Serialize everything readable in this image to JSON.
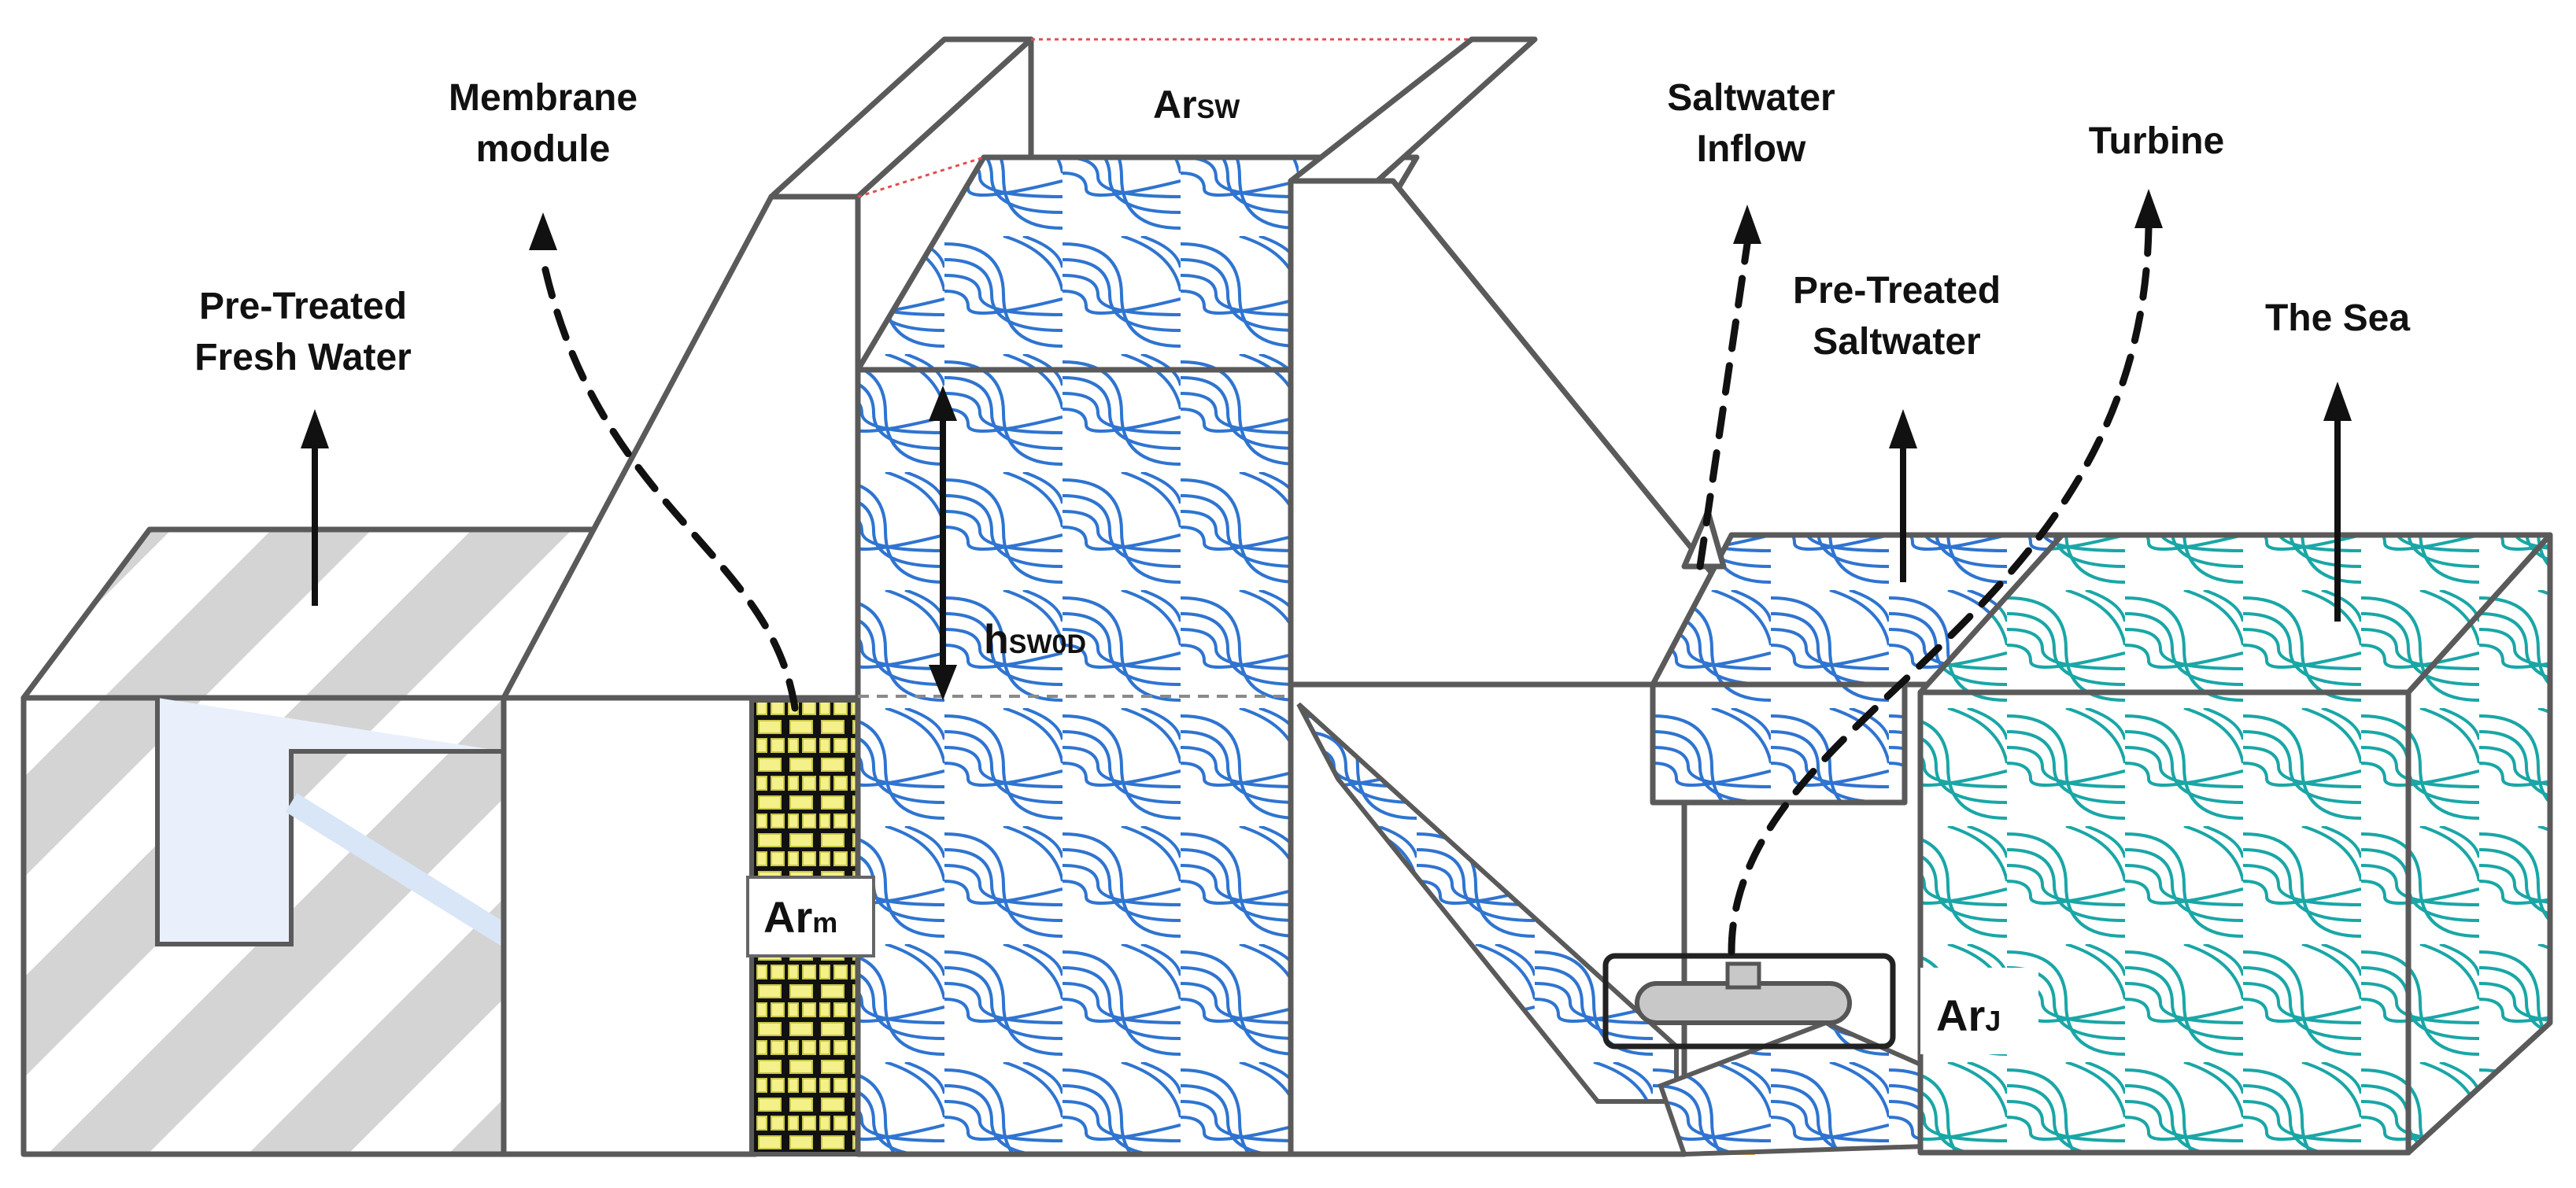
{
  "labels": {
    "membrane_module": [
      "Membrane",
      "module"
    ],
    "pre_treated_fresh_water": [
      "Pre-Treated",
      "Fresh Water"
    ],
    "ar_sw": {
      "main": "Ar",
      "sub": "SW"
    },
    "saltwater_inflow": [
      "Saltwater",
      "Inflow"
    ],
    "turbine": [
      "Turbine"
    ],
    "pre_treated_saltwater": [
      "Pre-Treated",
      "Saltwater"
    ],
    "the_sea": [
      "The Sea"
    ],
    "h_sw0d": {
      "main": "h",
      "sub": "SW0D"
    },
    "ar_m": {
      "main": "Ar",
      "sub": "m"
    },
    "ar_j": {
      "main": "Ar",
      "sub": "J"
    }
  },
  "colors": {
    "outline": "#5a5a5a",
    "saltwater_pattern": "#2f74d0",
    "sea_pattern": "#1aa6a6",
    "fresh_water_stripes": "#d4d4d4",
    "membrane_fill": "#111111",
    "membrane_cells": "#f4f08a",
    "ground": "#f5a623"
  }
}
